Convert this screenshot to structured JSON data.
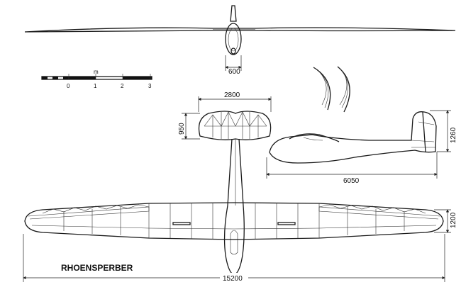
{
  "title": "RHOENSPERBER",
  "dimensions": {
    "fuselage_width": "600",
    "tail_span": "2800",
    "tail_chord": "950",
    "fuselage_length": "6050",
    "tail_height": "1260",
    "wing_chord": "1200",
    "wingspan": "15200"
  },
  "scale_bar": {
    "unit": "m",
    "ticks": [
      "0",
      "1",
      "2",
      "3"
    ]
  }
}
